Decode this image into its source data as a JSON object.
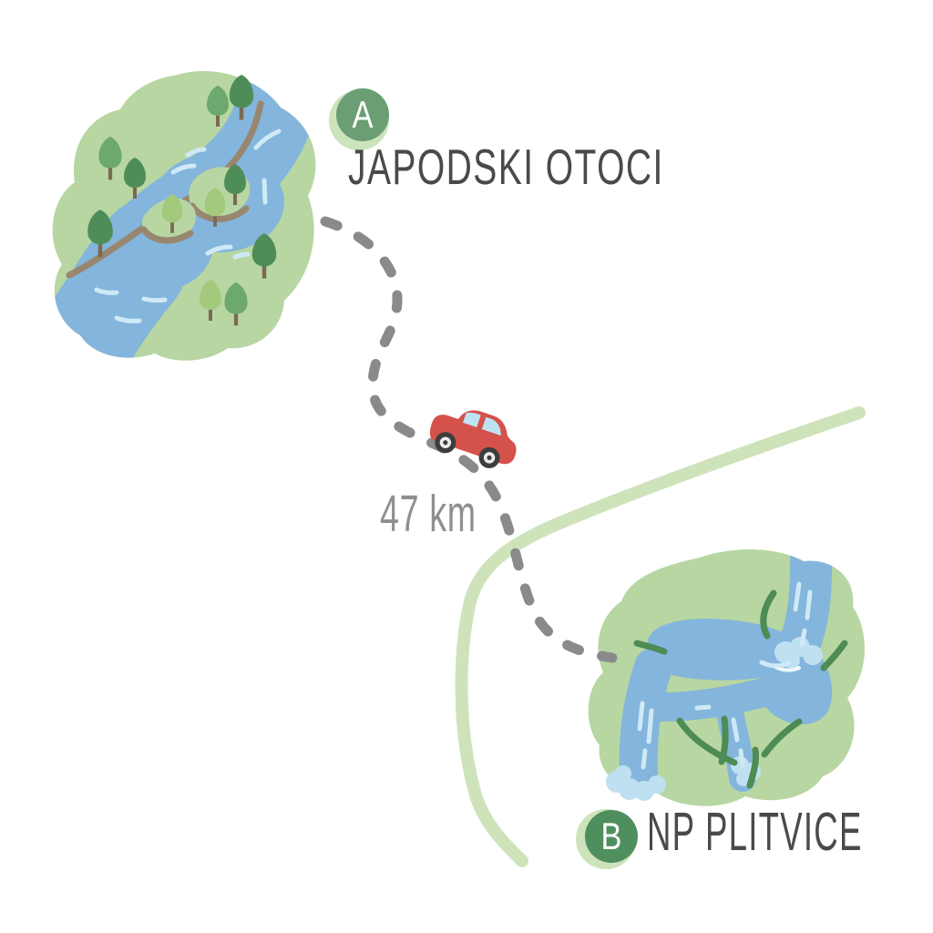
{
  "page": {
    "background": "#ffffff",
    "description": "Hand-drawn style route map from Japodski otoci to NP Plitvice"
  },
  "origin": {
    "marker": "A",
    "label": "JAPODSKI OTOCI"
  },
  "destination": {
    "marker": "B",
    "label": "NP PLITVICE"
  },
  "route": {
    "distance": "47 km",
    "line_style": "dashed",
    "vehicle_icon": "car-icon"
  },
  "icons": {
    "car-icon": "red sedan side view with blue windows",
    "tree-icon": "teardrop canopy on brown trunk",
    "river-icon": "blue river band with two green islands",
    "waterfall-icon": "blue falls with light-blue foam",
    "road-line": "pale green curved road",
    "marker-a-icon": "green circle with white letter A",
    "marker-b-icon": "green circle with white letter B"
  },
  "colors": {
    "map-green": "#b7d6a2",
    "road-green": "#cfe3bb",
    "water-blue": "#84b5dc",
    "water-highlight": "#cfe9f6",
    "foam-blue": "#bfe0f1",
    "foam-highlight": "#eef7fc",
    "bank-brown": "#98866f",
    "tree-dark": "#4f8d58",
    "tree-mid": "#6da86e",
    "tree-light": "#a3ca7c",
    "trunk-brown": "#7d6852",
    "contour-green": "#4e8b55",
    "marker-green-a": "#6b9e72",
    "marker-green-b": "#4f8f5e",
    "marker-halo": "#cde3bc",
    "label-dark": "#4a4a4a",
    "distance-gray": "#8f8f8f",
    "route-gray": "#8a8a8a",
    "car-red": "#d5514b",
    "car-window": "#bfe2f2",
    "wheel-dark": "#3d3d3d",
    "wheel-ring": "#ededed",
    "page-bg": "#ffffff"
  }
}
